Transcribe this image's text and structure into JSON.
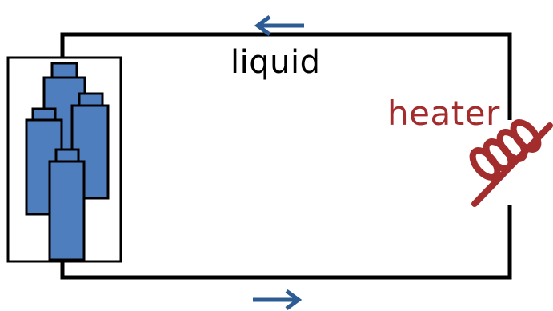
{
  "labels": {
    "liquid": "liquid",
    "heater": "heater"
  },
  "colors": {
    "wire": "#000000",
    "cell_fill": "#4f7ebf",
    "cell_stroke": "#000000",
    "arrow": "#2d5c95",
    "heater": "#a32c2c",
    "liquid_text": "#000000"
  },
  "icons": {
    "flow_top": "arrow-left",
    "flow_bottom": "arrow-right"
  }
}
